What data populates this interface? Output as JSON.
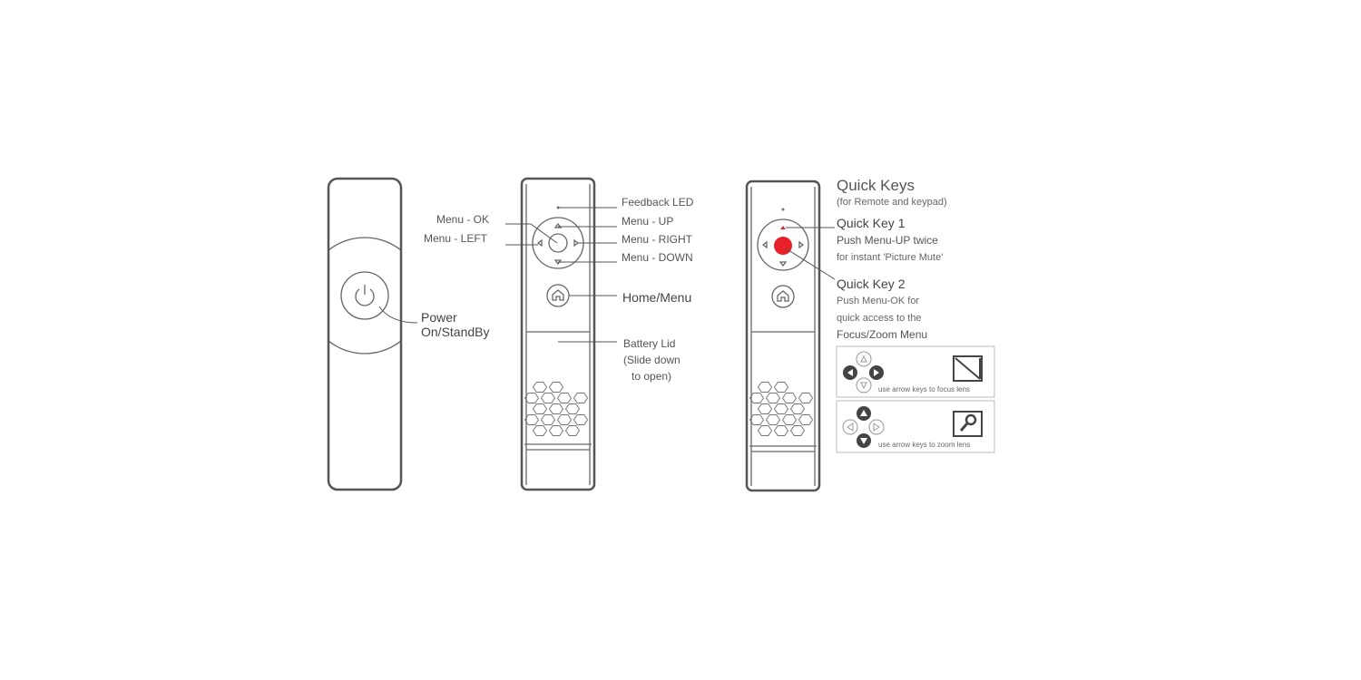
{
  "remote1": {
    "labels": {
      "power_line1": "Power",
      "power_line2": "On/StandBy"
    }
  },
  "remote2": {
    "labels": {
      "feedback_led": "Feedback LED",
      "menu_ok": "Menu - OK",
      "menu_left": "Menu - LEFT",
      "menu_up": "Menu - UP",
      "menu_right": "Menu - RIGHT",
      "menu_down": "Menu - DOWN",
      "home_menu": "Home/Menu",
      "battery_line1": "Battery Lid",
      "battery_line2": "(Slide down",
      "battery_line3": "to open)"
    }
  },
  "quick_keys": {
    "title": "Quick Keys",
    "subtitle": "(for Remote and keypad)",
    "key1_title": "Quick Key 1",
    "key1_desc": "Push Menu-UP twice",
    "key1_note": "for instant 'Picture Mute'",
    "key2_title": "Quick Key 2",
    "key2_desc1": "Push Menu-OK for",
    "key2_desc2": "quick access to the",
    "key2_desc3": "Focus/Zoom Menu",
    "focus_caption": "use arrow keys to focus lens",
    "zoom_caption": "use arrow keys to zoom lens",
    "accent_color": "#e8202a"
  }
}
